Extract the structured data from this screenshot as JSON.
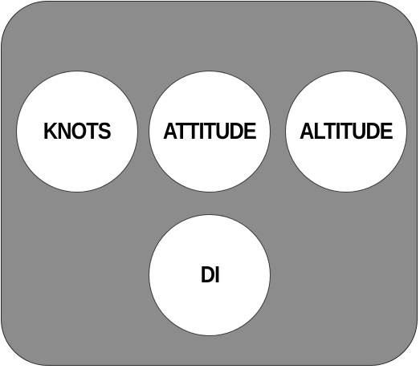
{
  "panel": {
    "gauges": [
      {
        "id": "knots",
        "label": "KNOTS"
      },
      {
        "id": "attitude",
        "label": "ATTITUDE"
      },
      {
        "id": "altitude",
        "label": "ALTITUDE"
      },
      {
        "id": "di",
        "label": "DI"
      }
    ]
  },
  "colors": {
    "panel_fill": "#8c8c8c",
    "gauge_fill": "#ffffff",
    "outline": "#2a2a2a",
    "text": "#000000"
  }
}
